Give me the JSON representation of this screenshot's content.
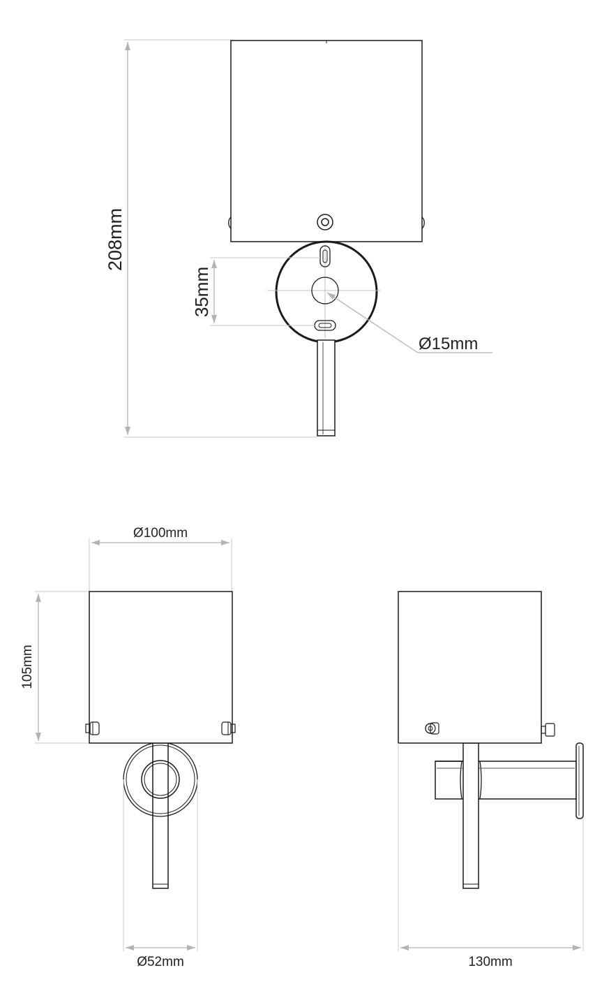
{
  "colors": {
    "outline": "#1a1a1a",
    "dimension_line": "#b3b3b3",
    "arrowhead": "#b3b3b3",
    "text": "#222222",
    "background": "#ffffff"
  },
  "views": {
    "front_view_top": {
      "dimensions": {
        "overall_height": "208mm",
        "slot_spacing": "35mm",
        "bore_diameter": "Ø15mm"
      }
    },
    "front_view_bottom": {
      "dimensions": {
        "shade_diameter": "Ø100mm",
        "shade_height": "105mm",
        "backplate_diameter": "Ø52mm"
      }
    },
    "side_view": {
      "dimensions": {
        "projection": "130mm"
      }
    }
  }
}
